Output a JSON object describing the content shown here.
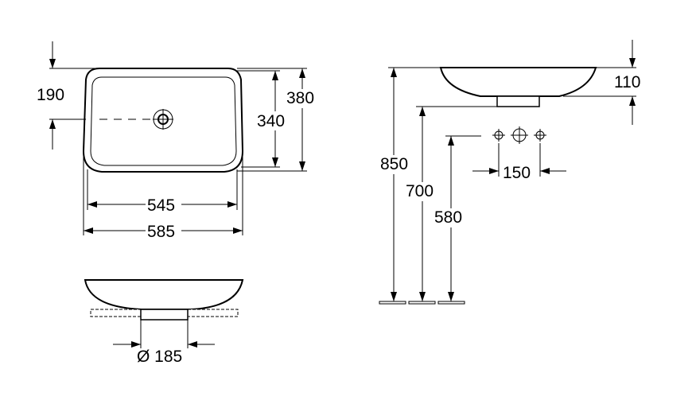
{
  "dimensions": {
    "top_offset": "190",
    "outer_depth": "380",
    "inner_depth": "340",
    "inner_width": "545",
    "outer_width": "585",
    "bowl_height": "110",
    "mount_height": "850",
    "mid_height": "700",
    "low_height": "580",
    "tap_spacing": "150",
    "drain_diameter": "Ø 185"
  }
}
